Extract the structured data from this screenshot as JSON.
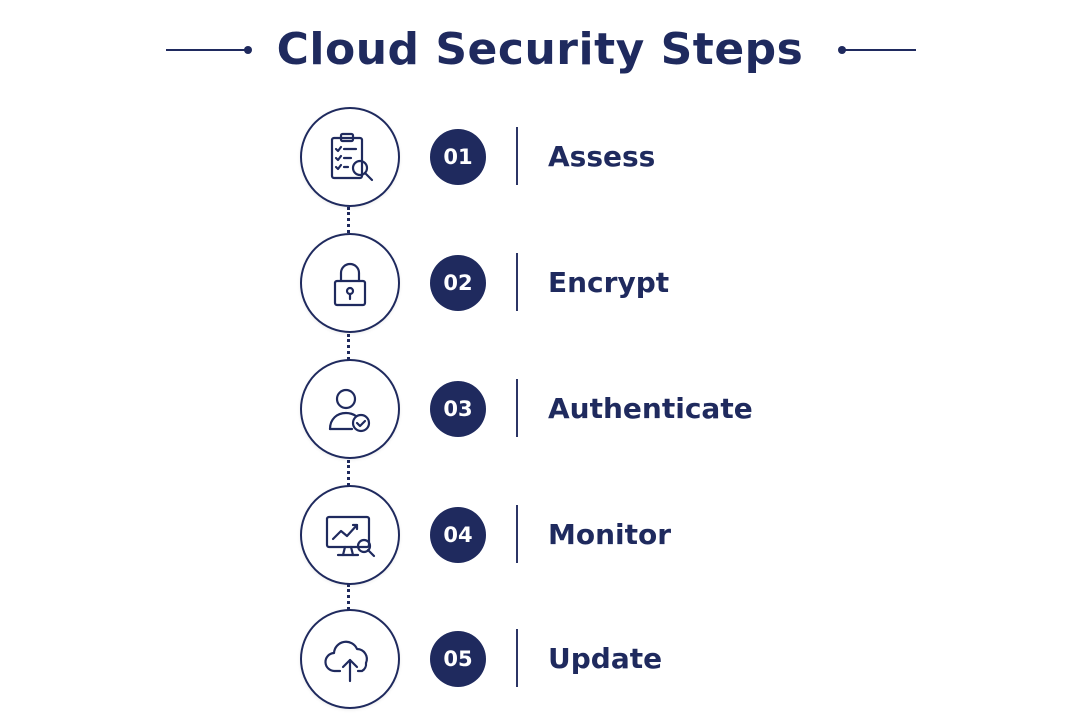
{
  "title": "Cloud Security Steps",
  "colors": {
    "primary": "#1f2a5e",
    "divider": "#2c3566",
    "background": "#ffffff"
  },
  "steps": [
    {
      "number": "01",
      "label": "Assess",
      "icon": "clipboard-search-icon"
    },
    {
      "number": "02",
      "label": "Encrypt",
      "icon": "padlock-icon"
    },
    {
      "number": "03",
      "label": "Authenticate",
      "icon": "user-check-icon"
    },
    {
      "number": "04",
      "label": "Monitor",
      "icon": "monitor-analytics-icon"
    },
    {
      "number": "05",
      "label": "Update",
      "icon": "cloud-upload-icon"
    }
  ]
}
